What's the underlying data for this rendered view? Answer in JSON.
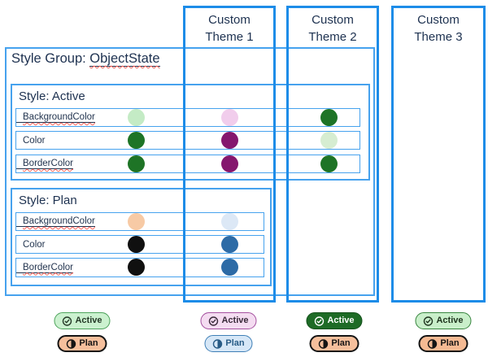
{
  "themes": [
    {
      "label": "Custom Theme 1"
    },
    {
      "label": "Custom Theme 2"
    },
    {
      "label": "Custom Theme 3"
    }
  ],
  "style_group": {
    "prefix": "Style Group: ",
    "name": "ObjectState"
  },
  "sections": [
    {
      "label": "Style: Active",
      "rows": [
        {
          "label": "BackgroundColor",
          "dots": [
            {
              "column": "base",
              "color": "#c4ebc5"
            },
            {
              "column": "theme1",
              "color": "#f1cdec"
            },
            {
              "column": "theme2",
              "color": "#1e7426"
            }
          ]
        },
        {
          "label": "Color",
          "dots": [
            {
              "column": "base",
              "color": "#1e7426"
            },
            {
              "column": "theme1",
              "color": "#85176e"
            },
            {
              "column": "theme2",
              "color": "#d6edd1"
            }
          ]
        },
        {
          "label": "BorderColor",
          "dots": [
            {
              "column": "base",
              "color": "#1e7426"
            },
            {
              "column": "theme1",
              "color": "#85176e"
            },
            {
              "column": "theme2",
              "color": "#1e7426"
            }
          ]
        }
      ]
    },
    {
      "label": "Style: Plan",
      "rows": [
        {
          "label": "BackgroundColor",
          "dots": [
            {
              "column": "base",
              "color": "#f7caa5"
            },
            {
              "column": "theme1",
              "color": "#dce8f6"
            }
          ]
        },
        {
          "label": "Color",
          "dots": [
            {
              "column": "base",
              "color": "#101010"
            },
            {
              "column": "theme1",
              "color": "#2d6ba6"
            }
          ]
        },
        {
          "label": "BorderColor",
          "dots": [
            {
              "column": "base",
              "color": "#101010"
            },
            {
              "column": "theme1",
              "color": "#2d6ba6"
            }
          ]
        }
      ]
    }
  ],
  "legend": [
    {
      "column": "base",
      "active": {
        "label": "Active",
        "bg": "#cbf1cf",
        "border": "#4ea35c",
        "text": "#263a28"
      },
      "plan": {
        "label": "Plan",
        "bg": "#f5bf9c",
        "border": "#141414",
        "text": "#141414"
      }
    },
    {
      "column": "theme1",
      "active": {
        "label": "Active",
        "bg": "#f4dcf1",
        "border": "#a5519f",
        "text": "#3a2a3a"
      },
      "plan": {
        "label": "Plan",
        "bg": "#d6e7f7",
        "border": "#3f7fb6",
        "text": "#275b86"
      }
    },
    {
      "column": "theme2",
      "active": {
        "label": "Active",
        "bg": "#1e6b26",
        "border": "#15511c",
        "text": "#ffffff"
      },
      "plan": {
        "label": "Plan",
        "bg": "#f5bf9c",
        "border": "#141414",
        "text": "#141414"
      }
    },
    {
      "column": "theme3",
      "active": {
        "label": "Active",
        "bg": "#c9efca",
        "border": "#38853f",
        "text": "#20351f"
      },
      "plan": {
        "label": "Plan",
        "bg": "#f5ba93",
        "border": "#141414",
        "text": "#141414"
      }
    }
  ],
  "colors": {
    "theme_border": "#1d8ce8",
    "inner_border": "#46a2ee",
    "text_navy": "#1d3150",
    "misspell_wave": "#ff6057"
  }
}
